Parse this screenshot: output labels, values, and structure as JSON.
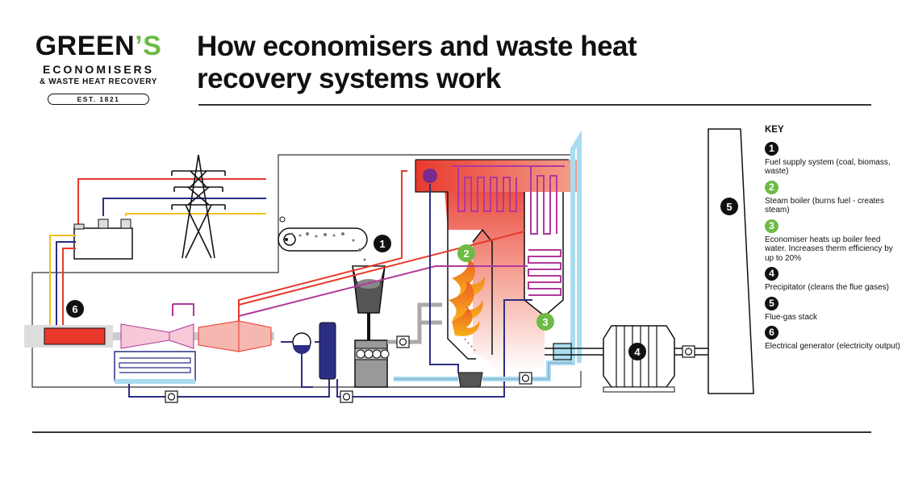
{
  "logo": {
    "name_main": "GREEN",
    "name_apos": "’S",
    "line1": "ECONOMISERS",
    "line2": "& WASTE HEAT RECOVERY",
    "est": "EST. 1821"
  },
  "title_line1": "How economisers and waste heat",
  "title_line2": "recovery systems work",
  "diagram": {
    "markers": [
      "1",
      "2",
      "3",
      "4",
      "5",
      "6"
    ]
  },
  "key": {
    "title": "KEY",
    "items": [
      {
        "num": "1",
        "style": "dark",
        "text": "Fuel supply system (coal, biomass, waste)"
      },
      {
        "num": "2",
        "style": "green",
        "text": "Steam boiler (burns fuel - creates steam)"
      },
      {
        "num": "3",
        "style": "green",
        "text": "Economiser heats up boiler feed water. Increases therm efficiency by up to 20%"
      },
      {
        "num": "4",
        "style": "dark",
        "text": "Precipitator (cleans the flue gases)"
      },
      {
        "num": "5",
        "style": "dark",
        "text": "Flue-gas stack"
      },
      {
        "num": "6",
        "style": "dark",
        "text": "Electrical generator (electricity output)"
      }
    ]
  },
  "colors": {
    "red_line": "#e8392c",
    "purple_line": "#b0389a",
    "navy_line": "#2c2e83",
    "yellow_line": "#f2c21a",
    "water": "#a9dcef",
    "green_badge": "#6dbb45"
  }
}
